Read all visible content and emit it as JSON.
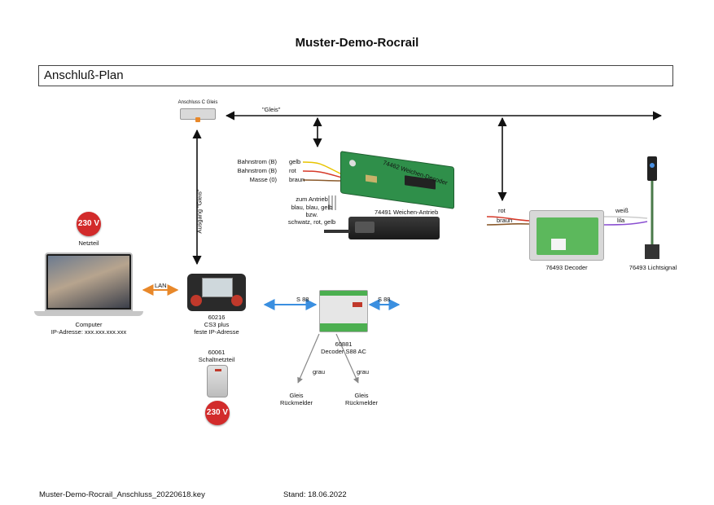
{
  "title": "Muster-Demo-Rocrail",
  "section_heading": "Anschluß-Plan",
  "rail_connector": {
    "label": "Anschluss C Gleis"
  },
  "track_bus": {
    "label": "\"Gleis\""
  },
  "cs3_link": {
    "label": "Ausgang \"Gleis\""
  },
  "decoder_74462": {
    "title": "74462 Weichen-Decoder",
    "inputs": [
      {
        "name": "Bahnstrom (B)",
        "color": "gelb",
        "hex": "#e8c400"
      },
      {
        "name": "Bahnstrom (B)",
        "color": "rot",
        "hex": "#d63a2a"
      },
      {
        "name": "Masse (0)",
        "color": "braun",
        "hex": "#8a5a2b"
      }
    ]
  },
  "drive_74491": {
    "title": "74491 Weichen-Antrieb",
    "note_lines": [
      "zum Antrieb",
      "blau,  blau, gelb",
      "bzw.",
      "schwatz, rot, gelb"
    ]
  },
  "decoder_76493": {
    "label": "76493 Decoder",
    "left_wires": [
      {
        "color": "rot",
        "hex": "#d63a2a"
      },
      {
        "color": "braun",
        "hex": "#8a5a2b"
      }
    ],
    "right_wires": [
      {
        "color": "weiß",
        "hex": "#cccccc"
      },
      {
        "color": "lila",
        "hex": "#8a4fd1"
      }
    ]
  },
  "signal": {
    "label": "76493 Lichtsignal"
  },
  "power_top": {
    "badge": "230 V",
    "label": "Netzteil"
  },
  "computer": {
    "label": "Computer",
    "ip": "IP-Adresse: xxx.xxx.xxx.xxx"
  },
  "lan_link": {
    "label": "LAN",
    "color": "#e8882a"
  },
  "cs3": {
    "model": "60216",
    "name": "CS3 plus",
    "ip": "feste IP-Adresse"
  },
  "power_supply": {
    "model": "60061",
    "name": "Schaltnetzteil",
    "badge": "230 V"
  },
  "s88_left": {
    "label": "S 88",
    "color": "#3a8fe0"
  },
  "s88_right": {
    "label": "S 88"
  },
  "s88_decoder": {
    "model": "60881",
    "name": "Decoder S88 AC"
  },
  "feedback_left": {
    "wire": "grau",
    "line1": "Gleis",
    "line2": "Rückmelder"
  },
  "feedback_right": {
    "wire": "grau",
    "line1": "Gleis",
    "line2": "Rückmelder"
  },
  "footer": {
    "file": "Muster-Demo-Rocrail_Anschluss_20220618.key",
    "status": "Stand: 18.06.2022"
  }
}
